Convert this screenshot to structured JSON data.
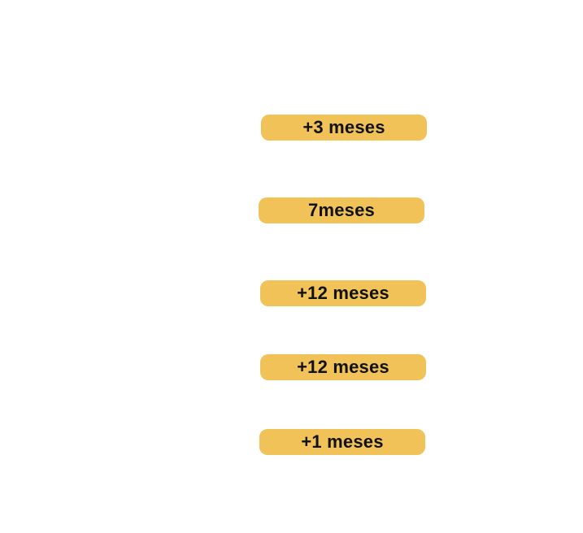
{
  "badges": [
    {
      "label": "+3 meses"
    },
    {
      "label": "7meses"
    },
    {
      "label": "+12 meses"
    },
    {
      "label": "+12 meses"
    },
    {
      "label": "+1 meses"
    }
  ],
  "colors": {
    "badge_background": "#f0c257",
    "badge_text": "#111111",
    "page_background": "#ffffff"
  }
}
